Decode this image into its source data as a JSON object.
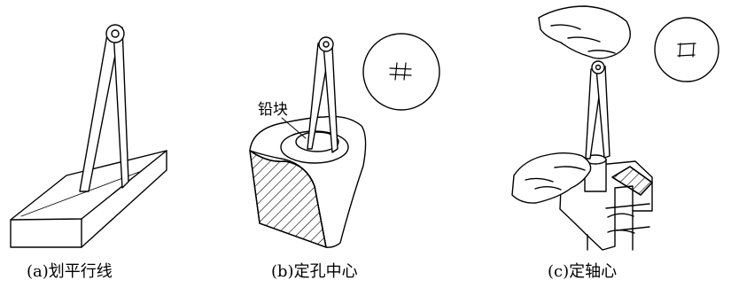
{
  "captions": {
    "a": "(a)划平行线",
    "b": "(b)定孔中心",
    "c": "(c)定轴心"
  },
  "labels": {
    "lead_block": "铅块"
  },
  "colors": {
    "ink": "#000000",
    "paper": "#ffffff"
  }
}
